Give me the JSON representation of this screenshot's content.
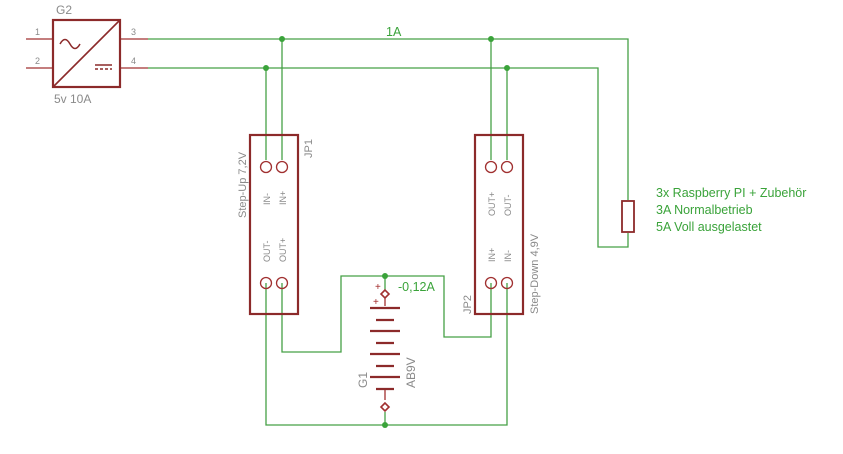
{
  "power_supply": {
    "name": "G2",
    "value": "5v 10A",
    "pins": {
      "p1": "1",
      "p2": "2",
      "p3": "3",
      "p4": "4"
    }
  },
  "current_main": "1A",
  "step_up": {
    "name": "JP1",
    "label": "Step-Up 7,2V",
    "pin_in_minus": "IN-",
    "pin_in_plus": "IN+",
    "pin_out_minus": "OUT-",
    "pin_out_plus": "OUT+"
  },
  "step_down": {
    "name": "JP2",
    "label": "Step-Down 4,9V",
    "pin_out_plus": "OUT+",
    "pin_out_minus": "OUT-",
    "pin_in_plus": "IN+",
    "pin_in_minus": "IN-"
  },
  "battery": {
    "name": "G1",
    "value": "AB9V",
    "current": "-0,12A",
    "plus": "+"
  },
  "load_notes": [
    "3x Raspberry PI + Zubehör",
    "3A Normalbetrieb",
    "5A Voll ausgelastet"
  ]
}
